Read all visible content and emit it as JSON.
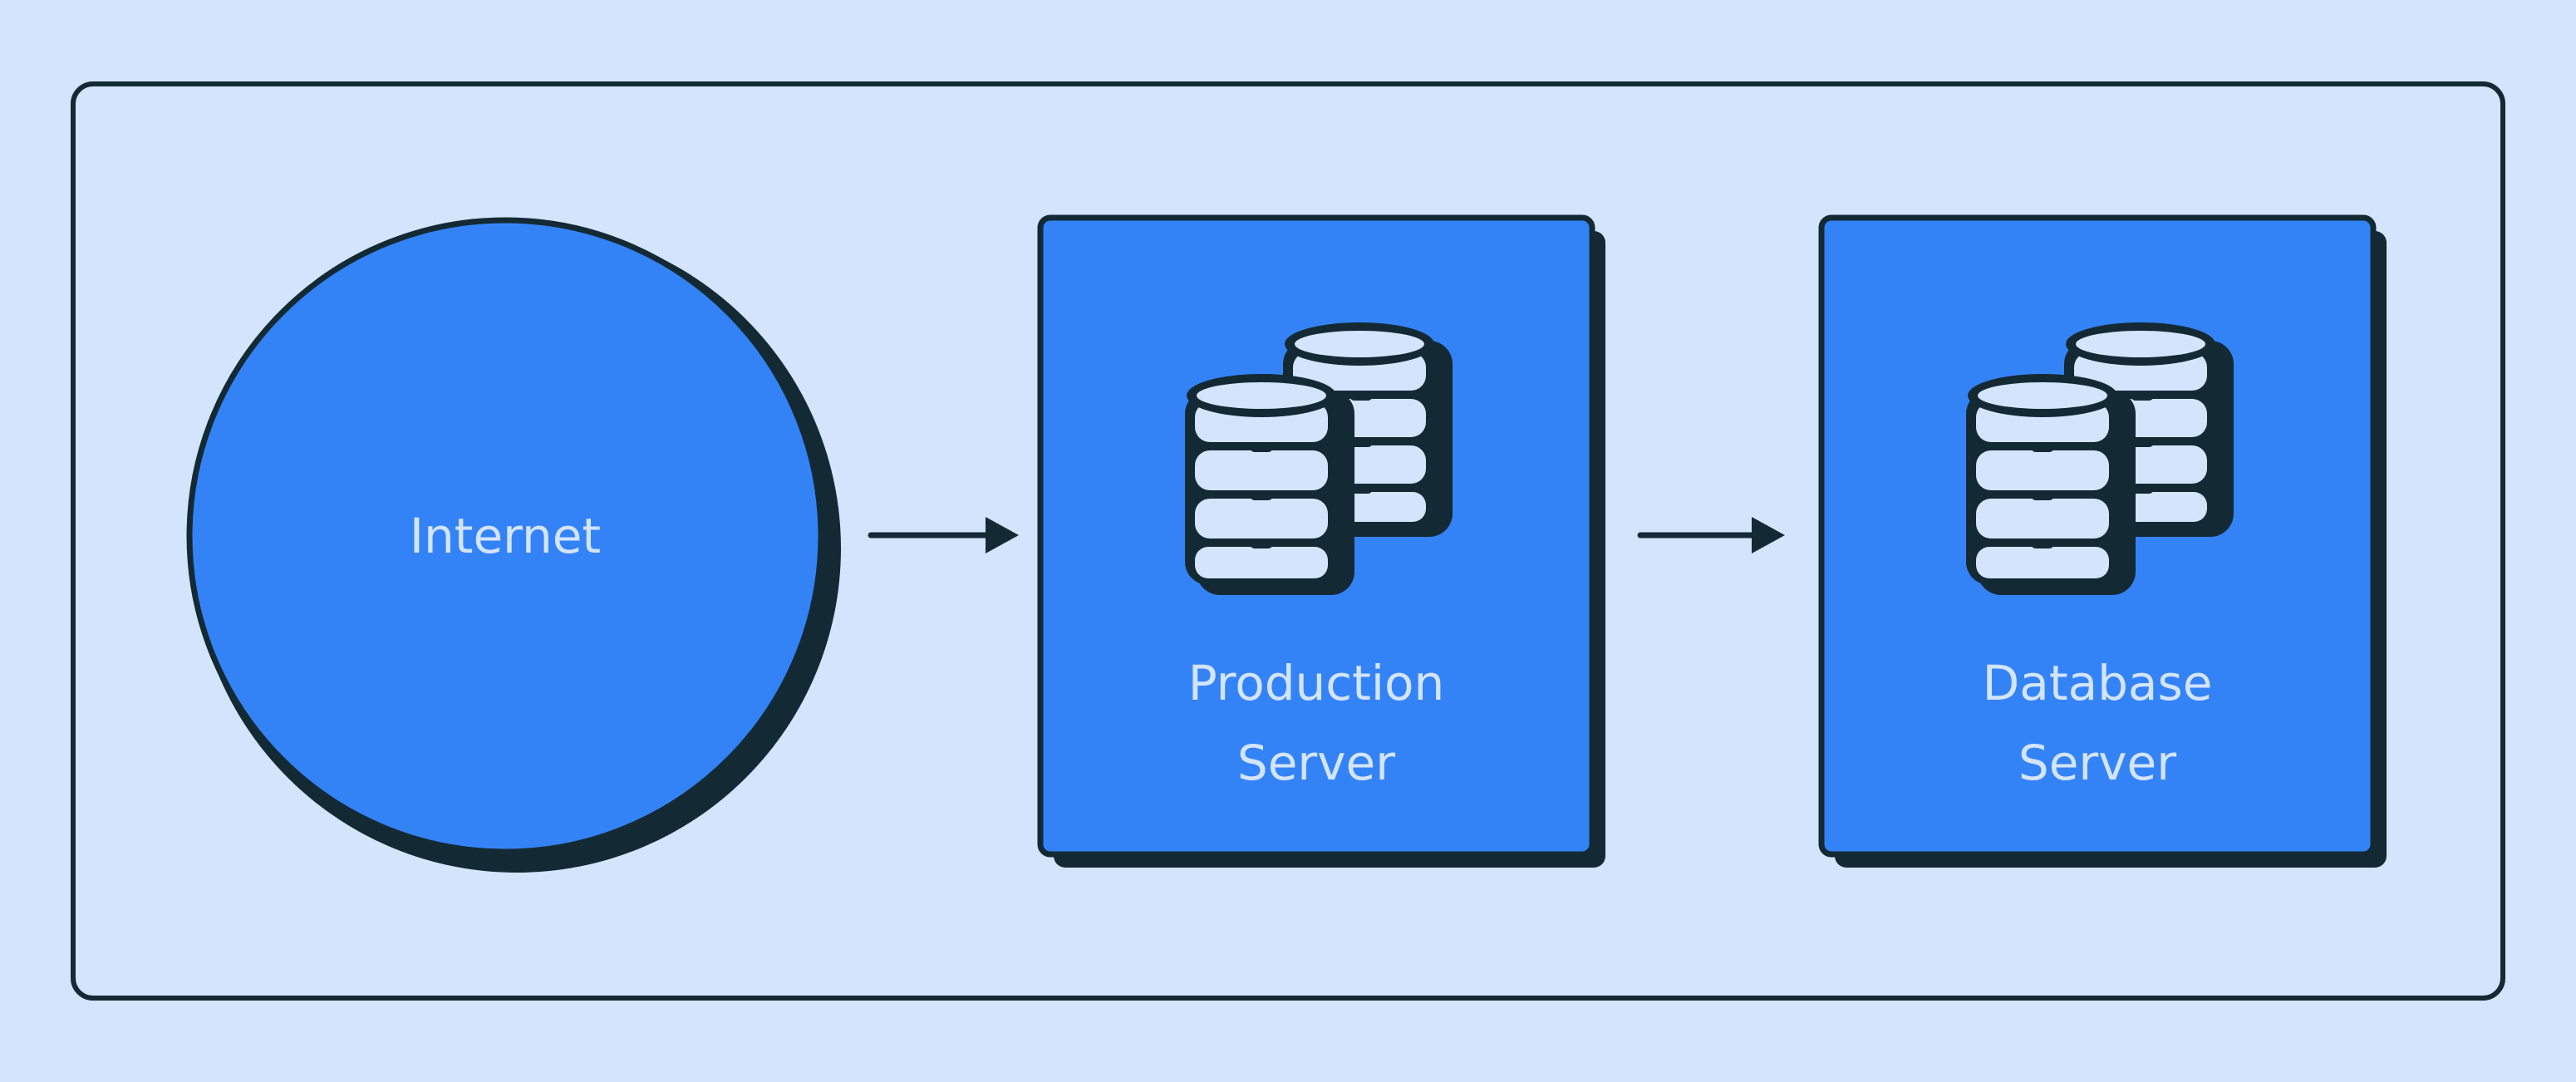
{
  "colors": {
    "background": "#d3e4fd",
    "node_fill": "#3483f6",
    "outline": "#132a35",
    "label_text": "#d3e4fd",
    "icon_fill": "#d3e4fd"
  },
  "nodes": {
    "internet": {
      "label": "Internet",
      "shape": "circle"
    },
    "production_server": {
      "label_line1": "Production",
      "label_line2": "Server",
      "icon": "database-stack-icon"
    },
    "database_server": {
      "label_line1": "Database",
      "label_line2": "Server",
      "icon": "database-stack-icon"
    }
  },
  "edges": [
    {
      "from": "Internet",
      "to": "Production Server",
      "style": "arrow"
    },
    {
      "from": "Production Server",
      "to": "Database Server",
      "style": "arrow"
    }
  ]
}
